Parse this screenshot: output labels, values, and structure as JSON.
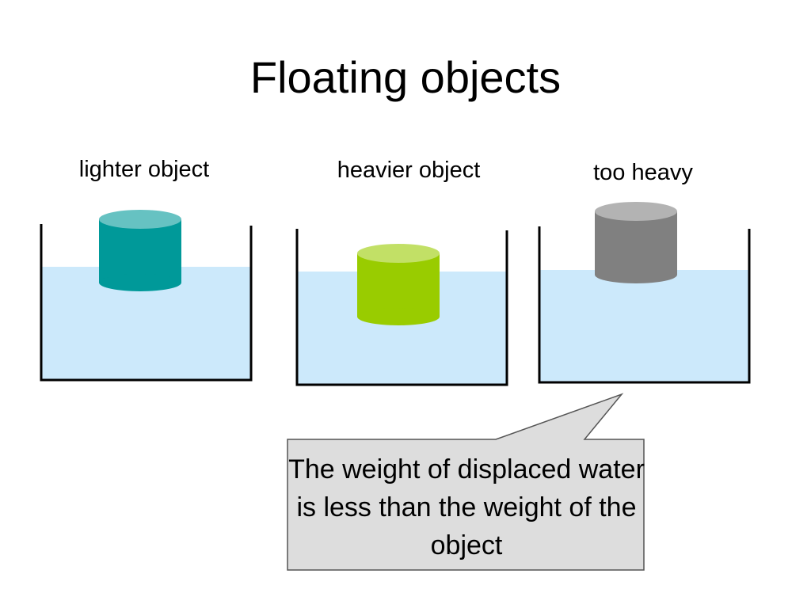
{
  "title": "Floating objects",
  "beakers": [
    {
      "label": "lighter object",
      "object_color": "#009999"
    },
    {
      "label": "heavier object",
      "object_color": "#99cc00"
    },
    {
      "label": "too heavy",
      "object_color": "#808080"
    }
  ],
  "water_color": "#cce9fb",
  "callout": {
    "text": "The weight of displaced water is less than the weight of the object",
    "fill": "#dddddd"
  }
}
